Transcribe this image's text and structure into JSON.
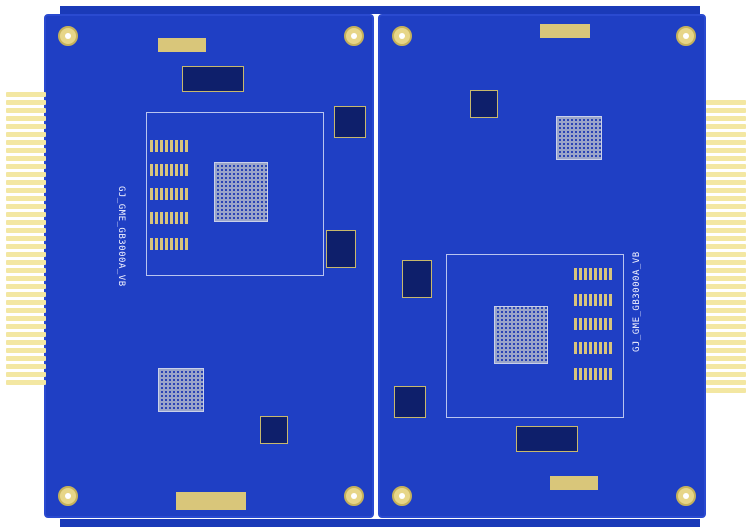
{
  "image": {
    "subject": "Printed circuit board panel (two boards) with gold edge connectors",
    "colors": {
      "soldermask": "#1f3fc4",
      "gold": "#d9c67a",
      "fingers": "#f3e7a2",
      "background": "#ffffff"
    }
  },
  "boards": [
    {
      "silkscreen": "GJ_GME_GB3000A_VB"
    },
    {
      "silkscreen": "GJ_GME_GB3000A_VB"
    }
  ]
}
